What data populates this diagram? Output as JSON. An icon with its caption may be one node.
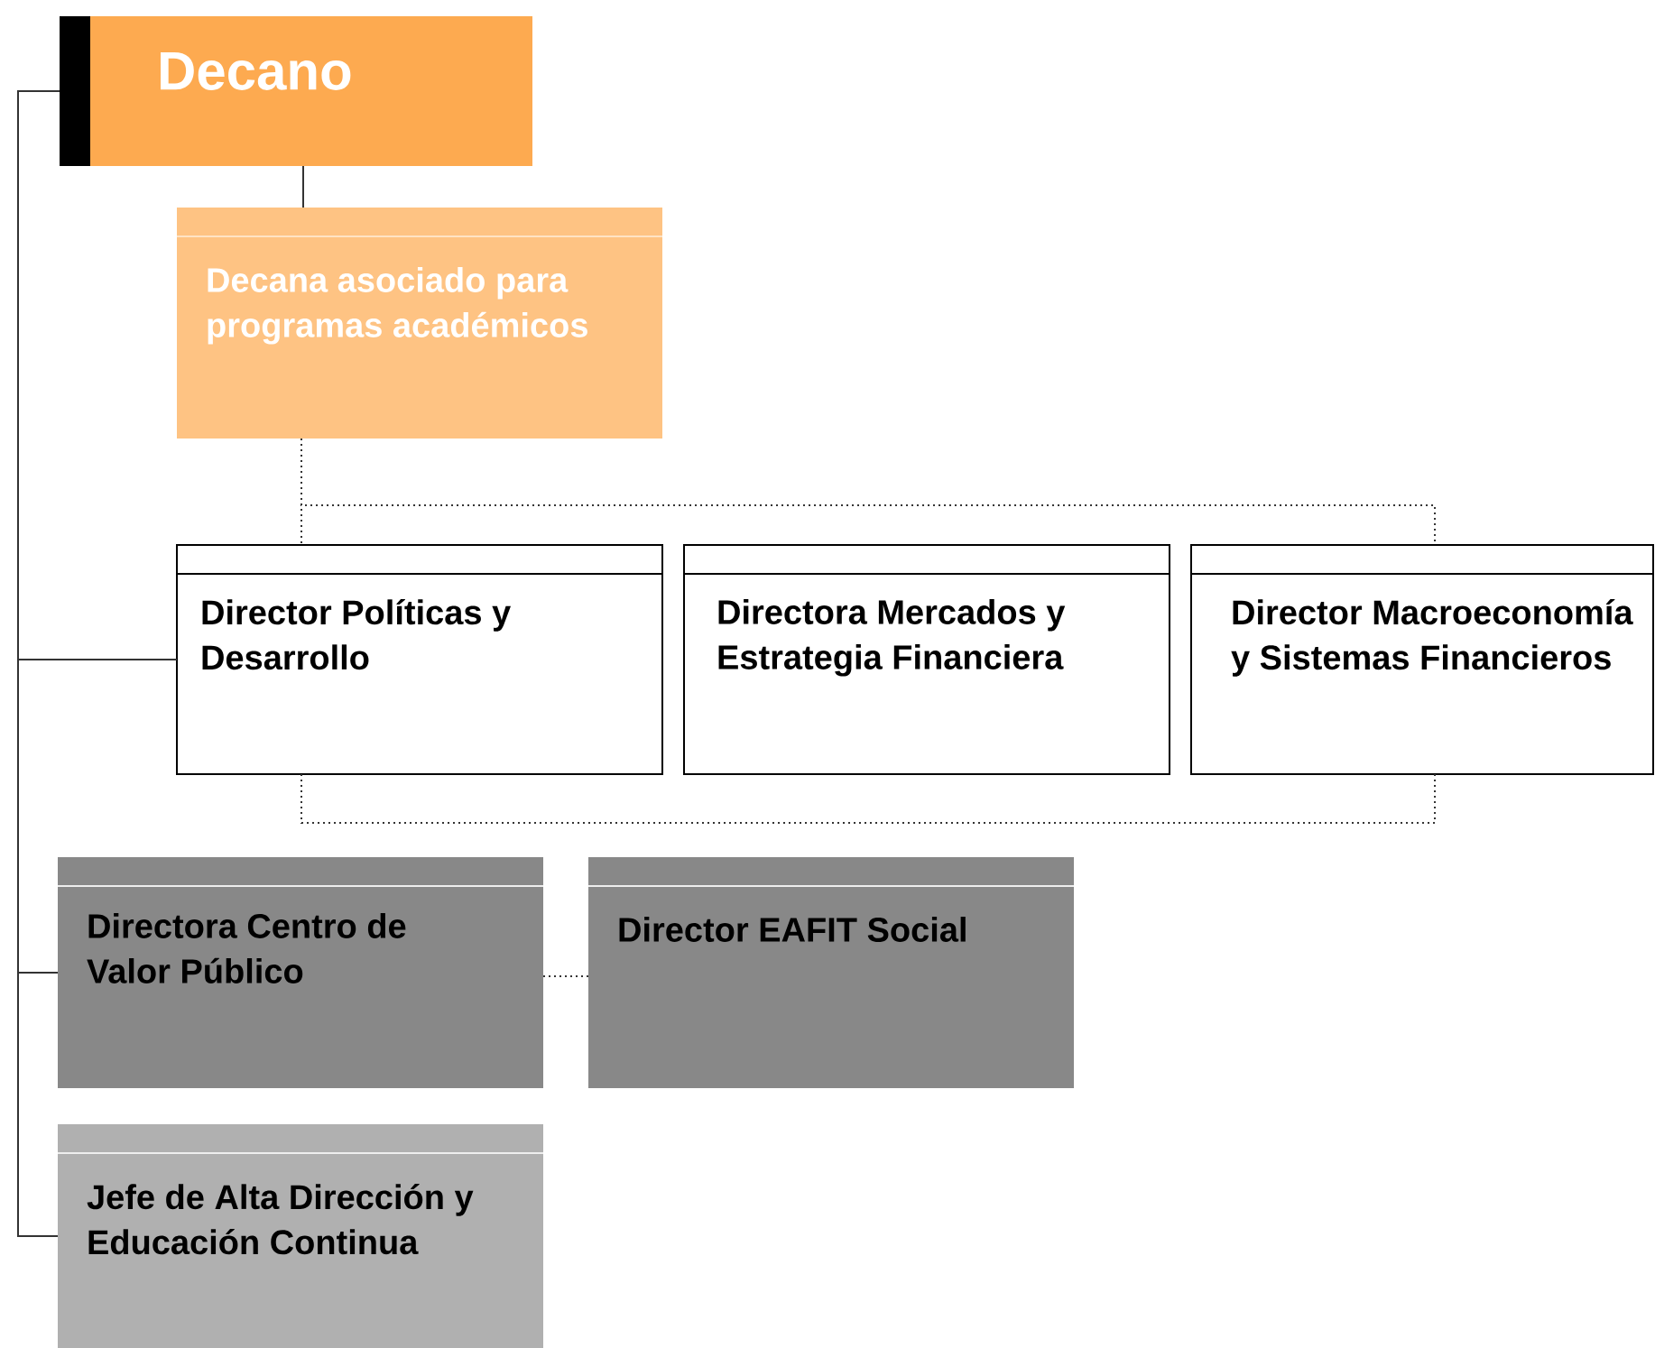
{
  "diagram": {
    "nodes": [
      {
        "text": [
          "Decano"
        ]
      },
      {
        "text": [
          "Decana asociado para programas académicos"
        ]
      },
      {
        "text": [
          "Director Políticas y Desarrollo"
        ]
      },
      {
        "text": [
          "Directora Mercados y Estrategia Financiera"
        ]
      },
      {
        "text": [
          "Director Macroeconomía y Sistemas Financieros"
        ]
      },
      {
        "text": [
          "Directora Centro de Valor Público"
        ]
      },
      {
        "text": [
          "Director EAFIT Social"
        ]
      },
      {
        "text": [
          "Jefe de Alta Dirección y Educación Continua"
        ]
      }
    ],
    "edges": [
      {
        "from": 0,
        "to": 1,
        "arrow": "none"
      },
      {
        "from": 1,
        "to": 2,
        "arrow": "none",
        "style": "dashed"
      },
      {
        "from": 1,
        "to": 4,
        "arrow": "none",
        "style": "dashed"
      },
      {
        "from": 2,
        "to": 4,
        "arrow": "none",
        "style": "dashed"
      },
      {
        "from": 0,
        "to": 2,
        "arrow": "none"
      },
      {
        "from": 0,
        "to": 5,
        "arrow": "none"
      },
      {
        "from": 0,
        "to": 7,
        "arrow": "none"
      },
      {
        "from": 5,
        "to": 6,
        "arrow": "none",
        "style": "dashed"
      }
    ]
  }
}
